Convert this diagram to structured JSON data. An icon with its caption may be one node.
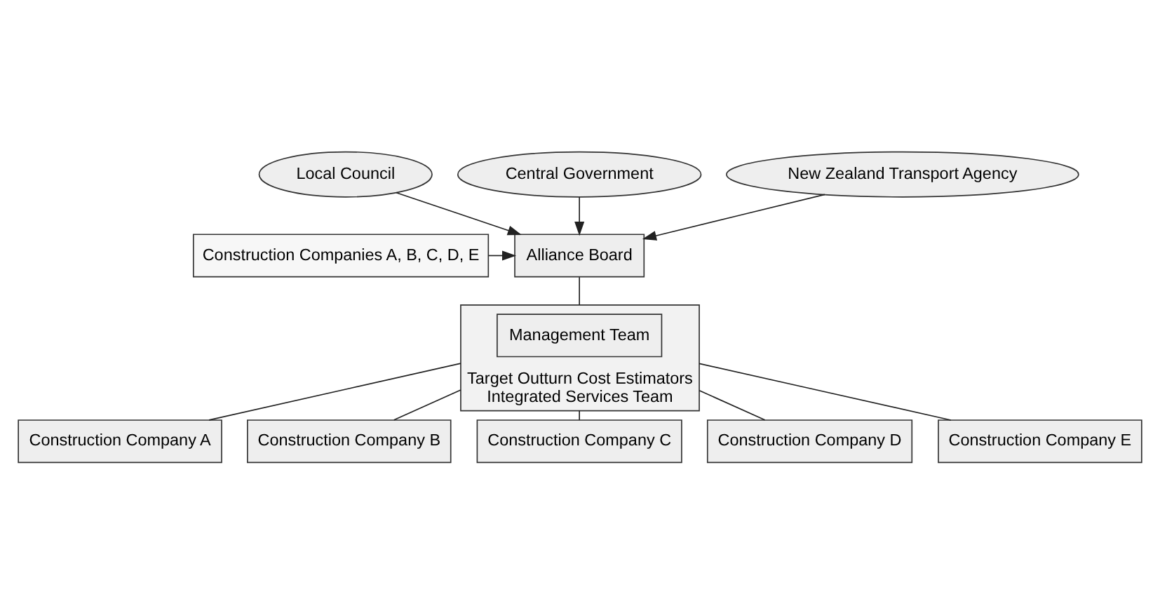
{
  "diagram": {
    "nodes": [
      {
        "text": [
          "Local Council"
        ]
      },
      {
        "text": [
          "Central Government"
        ]
      },
      {
        "text": [
          "New Zealand Transport Agency"
        ]
      },
      {
        "text": [
          "Construction Companies A, B, C, D, E"
        ]
      },
      {
        "text": [
          "Alliance Board"
        ]
      },
      {
        "text": [
          "Target Outturn Cost Estimators",
          "Integrated Services Team"
        ]
      },
      {
        "text": [
          "Management Team"
        ],
        "in": 5
      },
      {
        "text": [
          "Construction Company A"
        ]
      },
      {
        "text": [
          "Construction Company B"
        ]
      },
      {
        "text": [
          "Construction Company C"
        ]
      },
      {
        "text": [
          "Construction Company D"
        ]
      },
      {
        "text": [
          "Construction Company E"
        ]
      }
    ],
    "edges": [
      {
        "from": 0,
        "to": 4,
        "arrow": "to"
      },
      {
        "from": 1,
        "to": 4,
        "arrow": "to"
      },
      {
        "from": 2,
        "to": 4,
        "arrow": "to"
      },
      {
        "from": 3,
        "to": 4,
        "arrow": "to"
      },
      {
        "from": 4,
        "to": 5,
        "arrow": "none"
      },
      {
        "from": 5,
        "to": 7,
        "arrow": "none"
      },
      {
        "from": 5,
        "to": 8,
        "arrow": "none"
      },
      {
        "from": 5,
        "to": 9,
        "arrow": "none"
      },
      {
        "from": 5,
        "to": 10,
        "arrow": "none"
      },
      {
        "from": 5,
        "to": 11,
        "arrow": "none"
      }
    ]
  }
}
